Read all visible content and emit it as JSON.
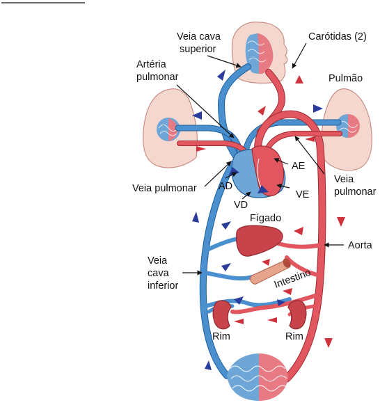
{
  "labels": {
    "veia_cava_superior_1": "Veia cava",
    "veia_cava_superior_2": "superior",
    "carotidas": "Carótidas (2)",
    "arteria_pulmonar_1": "Artéria",
    "arteria_pulmonar_2": "pulmonar",
    "pulmao": "Pulmão",
    "ae": "AE",
    "veia_pulmonar_right_1": "Veia",
    "veia_pulmonar_right_2": "pulmonar",
    "veia_pulmonar_left": "Veia pulmonar",
    "ad": "AD",
    "ve": "VE",
    "vd": "VD",
    "figado": "Fígado",
    "aorta": "Aorta",
    "veia_cava_inferior_1": "Veia",
    "veia_cava_inferior_2": "cava",
    "veia_cava_inferior_3": "inferior",
    "intestino": "Intestino",
    "rim_left": "Rim",
    "rim_right": "Rim"
  },
  "colors": {
    "venous_blood": "#4a90cf",
    "arterial_blood": "#e2575f",
    "venous_arrow": "#2a3c9c",
    "arterial_arrow": "#d0323c",
    "organ_tissue": "#f4d7cf",
    "liver": "#c8434a"
  }
}
